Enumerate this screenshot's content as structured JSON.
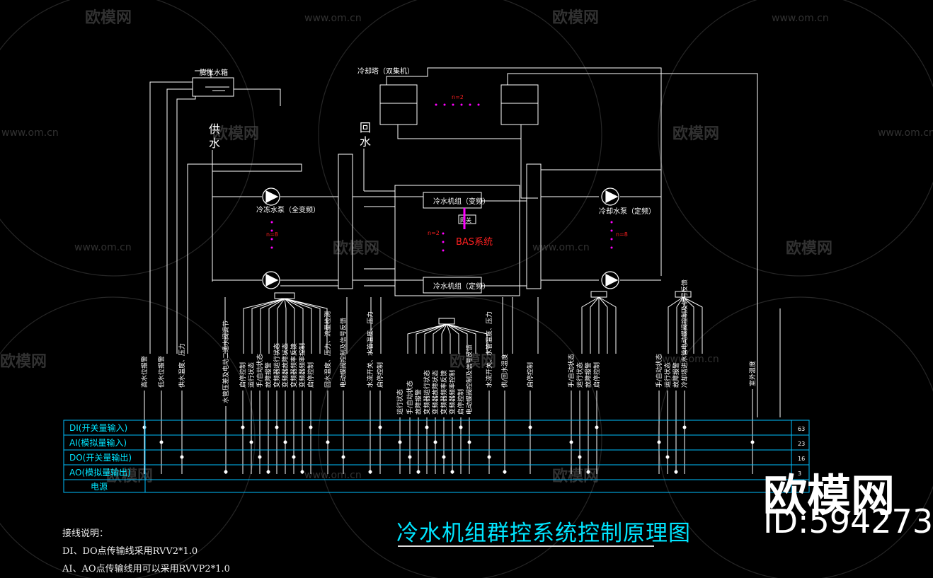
{
  "watermarks": {
    "brand": "欧模网",
    "site": "www.om.cn"
  },
  "top": {
    "expansion_tank": "膨胀水箱",
    "cooling_tower": "冷却塔（双集机）",
    "supply_water": "供水",
    "return_water": "回水",
    "n_tower": "n=2"
  },
  "equipment": {
    "chilled_pump": "冷冻水泵（全变频）",
    "cooling_pump": "冷却水泵（定频）",
    "chiller_top": "冷水机组（变频）",
    "chiller_bottom": "冷水机组（定频）",
    "gateway": "网关",
    "bas": "BAS系统",
    "n_left": "n=8",
    "n_center": "n=2",
    "n_right": "n=8"
  },
  "vertical_labels": [
    "高水位报警",
    "低水位报警",
    "供水温度、压力",
    "水管压差及电动二通水阀调节",
    "启停控制",
    "运行状态",
    "手/自动状态",
    "故障报警",
    "变频器运行状态",
    "变频器故障状态",
    "变频器频率反馈",
    "变频器频率控制",
    "启停控制",
    "回水温度、压力、流量检测",
    "电动蝶阀控制及信号反馈",
    "水流开关、水管温度、压力",
    "启停控制",
    "运行状态",
    "手/自动状态",
    "故障报警",
    "变频器运行状态",
    "变频器故障状态",
    "变频器频率反馈",
    "变频器频率控制",
    "启停控制",
    "电动蝶阀控制及信号反馈",
    "水流开关、水管温度、压力",
    "供/回水温度",
    "启停控制",
    "手/自动状态",
    "运行状态",
    "故障报警",
    "启停控制",
    "手/自动状态",
    "运行状态",
    "故障报警",
    "冷却塔进水管电动蝶阀控制及信号反馈",
    "室外温度"
  ],
  "io_table": {
    "rows": [
      {
        "label": "DI(开关量输入)",
        "total": "63"
      },
      {
        "label": "AI(模拟量输入)",
        "total": "23"
      },
      {
        "label": "DO(开关量输出)",
        "total": "16"
      },
      {
        "label": "AO(模拟量输出)",
        "total": "3"
      },
      {
        "label": "电源",
        "total": ""
      }
    ]
  },
  "title": "冷水机组群控系统控制原理图",
  "notes": {
    "heading": "接线说明：",
    "line1": "DI、DO点传输线采用RVV2*1.0",
    "line2": "AI、AO点传输线用可以采用RVVP2*1.0"
  },
  "brand_mark": {
    "name": "欧模网",
    "id": "ID:594273"
  },
  "colors": {
    "background": "#000000",
    "lines": "#ffffff",
    "title": "#00e5ff",
    "table_border": "#00bfff",
    "markers": "#ff00ff",
    "red_text": "#ff2020"
  }
}
